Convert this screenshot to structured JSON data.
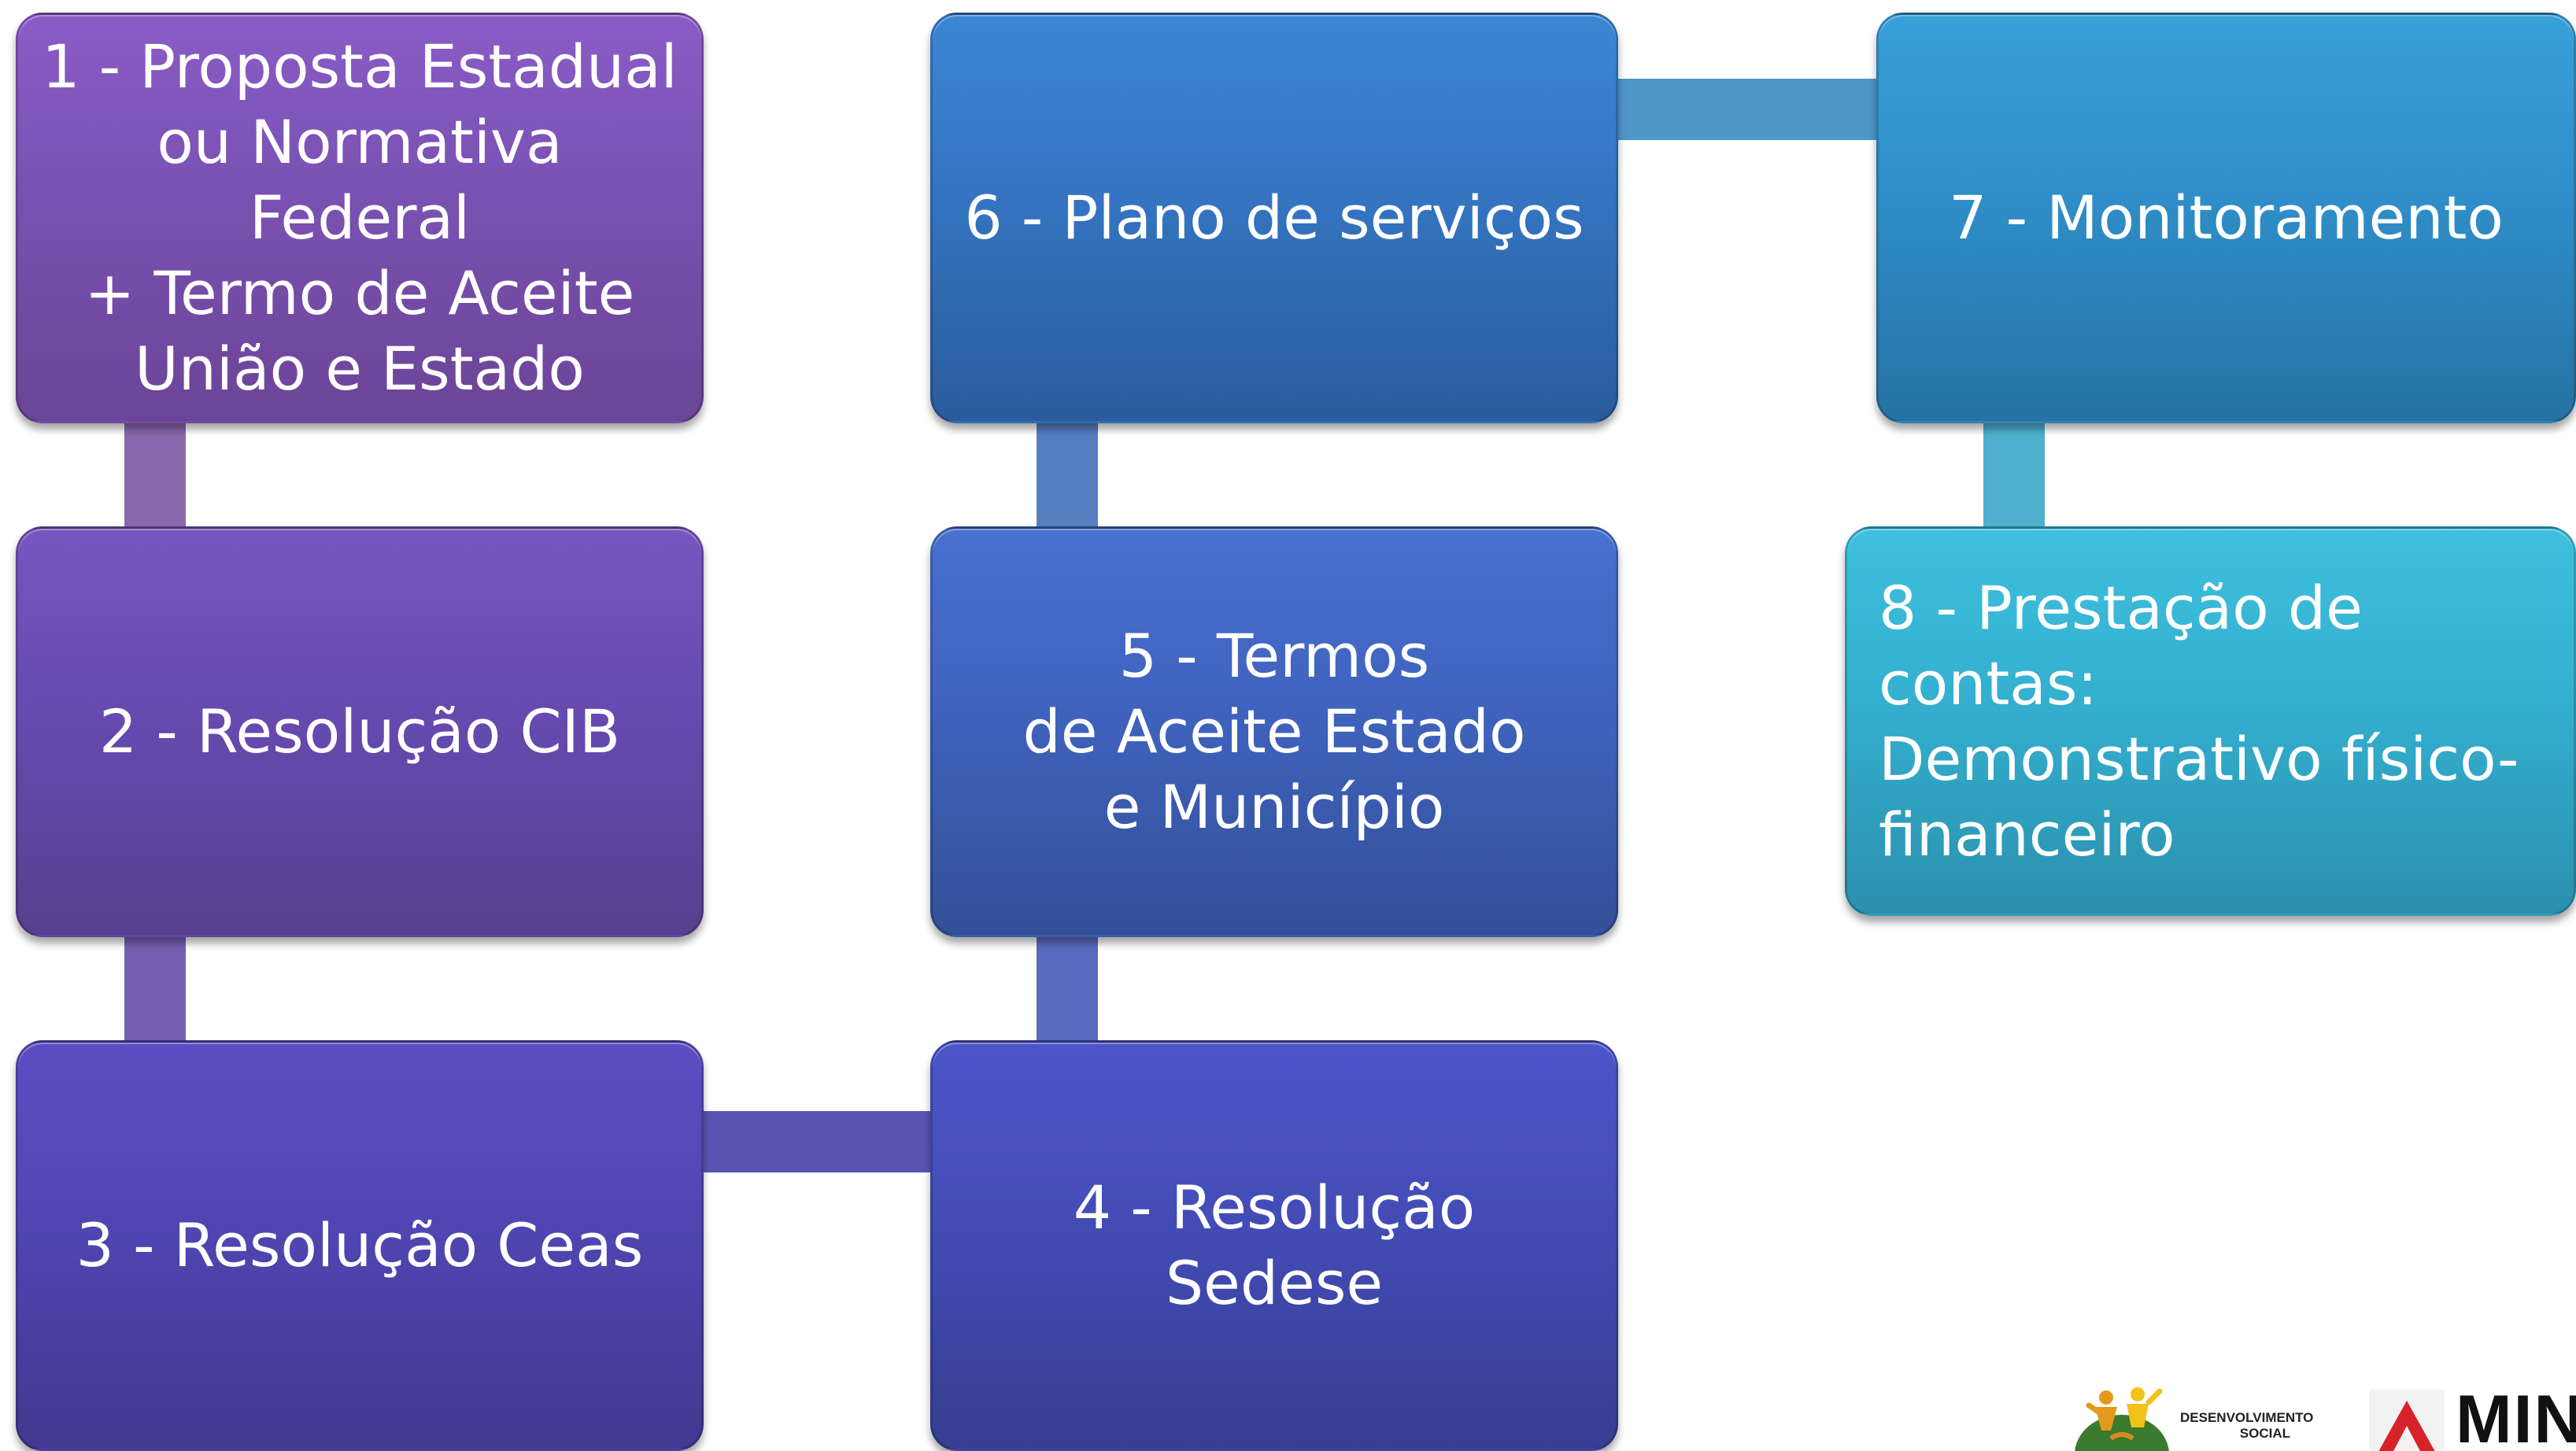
{
  "steps": [
    {
      "id": 1,
      "label": "1 - Proposta Estadual\nou Normativa Federal\n+ Termo de Aceite\nUnião e Estado"
    },
    {
      "id": 2,
      "label": "2 - Resolução CIB"
    },
    {
      "id": 3,
      "label": "3 - Resolução Ceas"
    },
    {
      "id": 4,
      "label": "4 - Resolução Sedese"
    },
    {
      "id": 5,
      "label": "5 - Termos\nde Aceite Estado\ne Município"
    },
    {
      "id": 6,
      "label": "6 - Plano de serviços"
    },
    {
      "id": 7,
      "label": "7 - Monitoramento"
    },
    {
      "id": 8,
      "label": "8 - Prestação de contas:\nDemonstrativo físico-\nfinanceiro"
    }
  ],
  "footer": {
    "logo_left_text": "DESENVOLVIMENTO\nSOCIAL",
    "logo_right_text": "MINAS\nGERAIS"
  },
  "colors": {
    "step1": "#7b52b4",
    "step2": "#664ab0",
    "step3": "#4f46b2",
    "step4": "#434cb5",
    "step5": "#3f63bd",
    "step6": "#3474c1",
    "step7": "#2f8ec8",
    "step8": "#34afcf"
  }
}
